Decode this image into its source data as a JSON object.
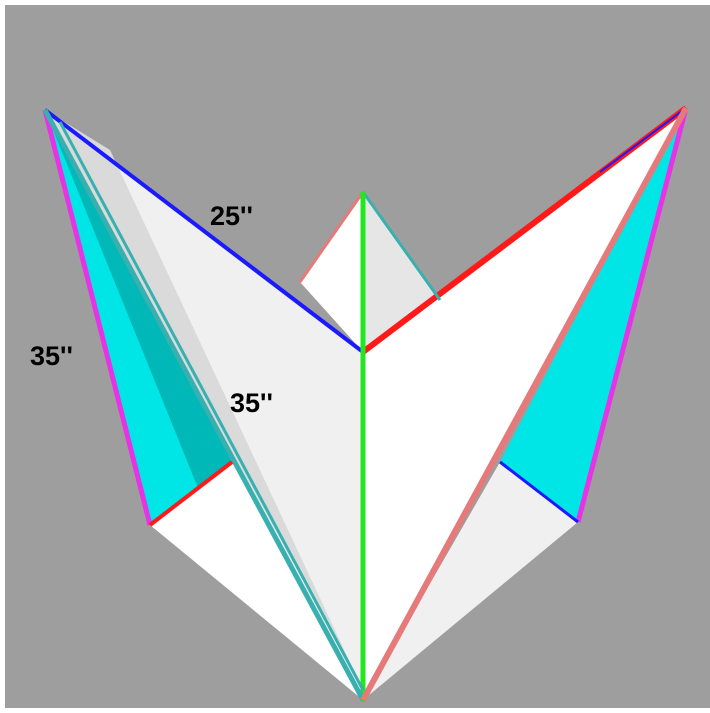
{
  "diagram": {
    "background_color": "#9e9e9e",
    "face_colors": {
      "white": "#ffffff",
      "light_gray": "#f0f0f0",
      "mid_gray": "#e6e6e6",
      "shadow_gray": "#dadada",
      "cyan": "#00e6e6",
      "dark_cyan": "#00b8b8"
    },
    "edge_colors": {
      "blue": "#1a1aff",
      "red": "#ff1a1a",
      "green": "#22e622",
      "magenta": "#e633e6",
      "salmon": "#e67a7a",
      "teal": "#38b0b0"
    },
    "labels": {
      "top_edge": "25''",
      "outer_edge": "35''",
      "inner_edge": "35''"
    }
  }
}
